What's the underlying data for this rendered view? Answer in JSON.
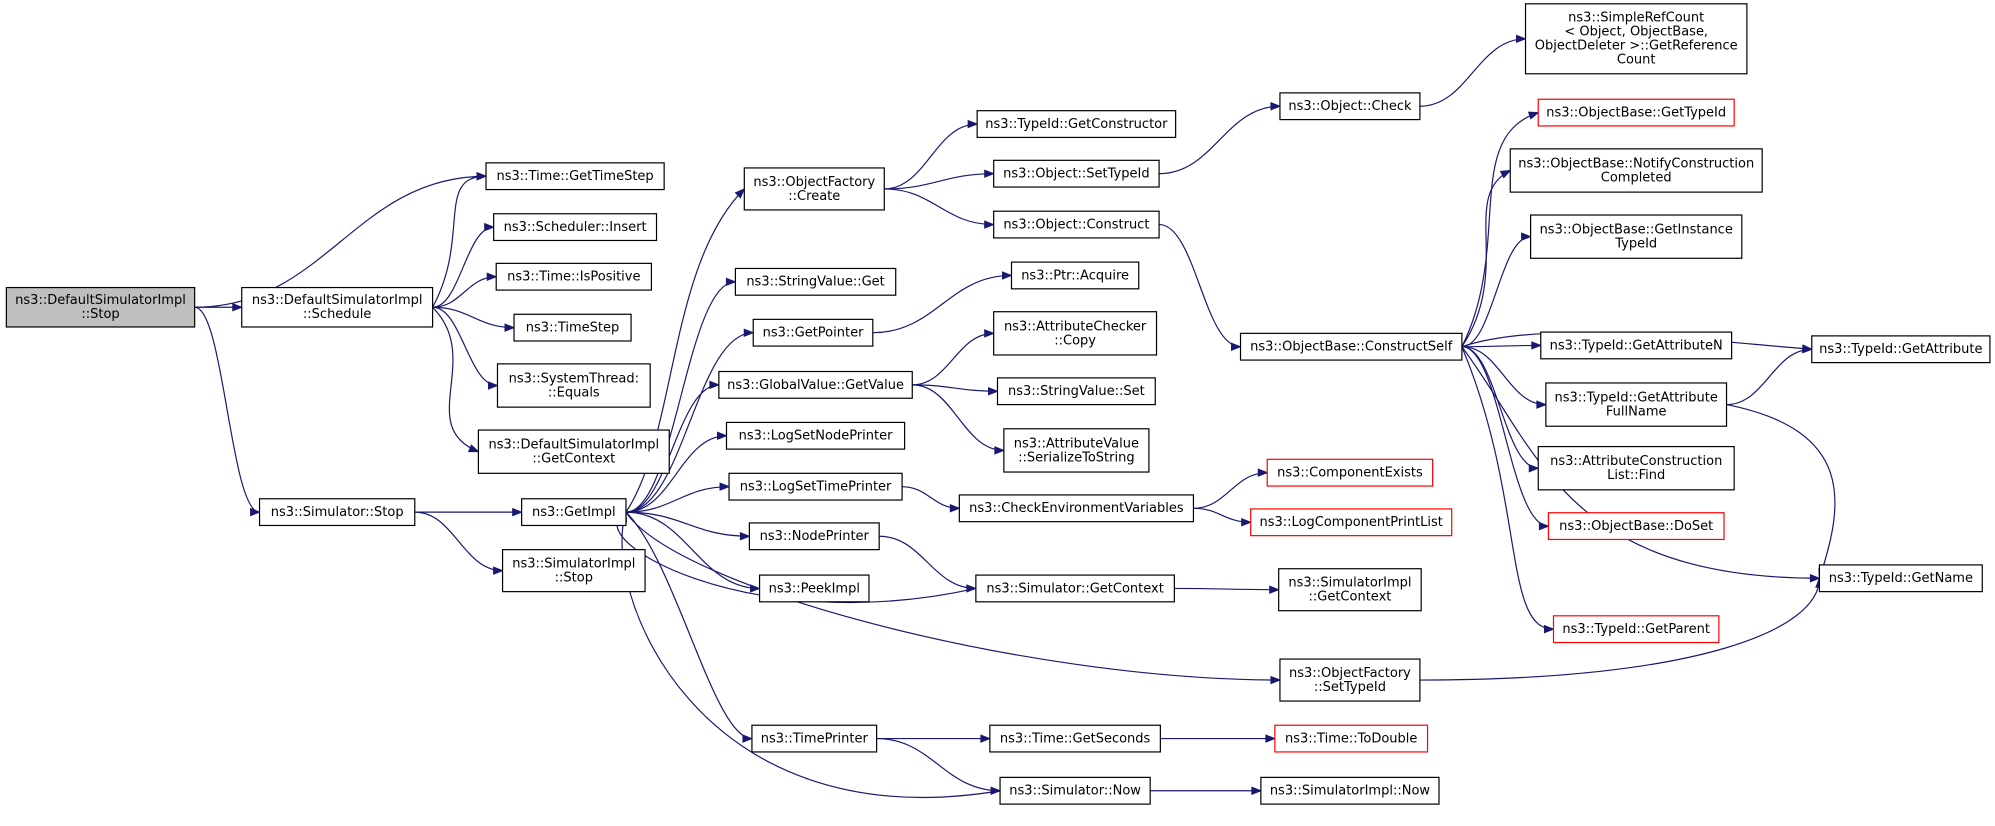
{
  "nodes": [
    {
      "id": "dsi_stop",
      "lines": [
        "ns3::DefaultSimulatorImpl",
        "::Stop"
      ],
      "kind": "root"
    },
    {
      "id": "time_gettimestep",
      "lines": [
        "ns3::Time::GetTimeStep"
      ]
    },
    {
      "id": "dsi_schedule",
      "lines": [
        "ns3::DefaultSimulatorImpl",
        "::Schedule"
      ]
    },
    {
      "id": "sched_insert",
      "lines": [
        "ns3::Scheduler::Insert"
      ]
    },
    {
      "id": "time_ispositive",
      "lines": [
        "ns3::Time::IsPositive"
      ]
    },
    {
      "id": "timestep",
      "lines": [
        "ns3::TimeStep"
      ]
    },
    {
      "id": "systhread_equals",
      "lines": [
        "ns3::SystemThread:",
        "::Equals"
      ]
    },
    {
      "id": "dsi_getcontext",
      "lines": [
        "ns3::DefaultSimulatorImpl",
        "::GetContext"
      ]
    },
    {
      "id": "sim_stop",
      "lines": [
        "ns3::Simulator::Stop"
      ]
    },
    {
      "id": "getimpl",
      "lines": [
        "ns3::GetImpl"
      ]
    },
    {
      "id": "simimpl_stop",
      "lines": [
        "ns3::SimulatorImpl",
        "::Stop"
      ]
    },
    {
      "id": "of_create",
      "lines": [
        "ns3::ObjectFactory",
        "::Create"
      ]
    },
    {
      "id": "stringvalue_get",
      "lines": [
        "ns3::StringValue::Get"
      ]
    },
    {
      "id": "getpointer",
      "lines": [
        "ns3::GetPointer"
      ]
    },
    {
      "id": "gv_getvalue",
      "lines": [
        "ns3::GlobalValue::GetValue"
      ]
    },
    {
      "id": "logsetnodeprinter",
      "lines": [
        "ns3::LogSetNodePrinter"
      ]
    },
    {
      "id": "logsettimeprinter",
      "lines": [
        "ns3::LogSetTimePrinter"
      ]
    },
    {
      "id": "nodeprinter",
      "lines": [
        "ns3::NodePrinter"
      ]
    },
    {
      "id": "peekimpl",
      "lines": [
        "ns3::PeekImpl"
      ]
    },
    {
      "id": "timeprinter",
      "lines": [
        "ns3::TimePrinter"
      ]
    },
    {
      "id": "typeid_getconstructor",
      "lines": [
        "ns3::TypeId::GetConstructor"
      ]
    },
    {
      "id": "object_settypeid",
      "lines": [
        "ns3::Object::SetTypeId"
      ]
    },
    {
      "id": "object_construct",
      "lines": [
        "ns3::Object::Construct"
      ]
    },
    {
      "id": "ptr_acquire",
      "lines": [
        "ns3::Ptr::Acquire"
      ]
    },
    {
      "id": "attrchecker_copy",
      "lines": [
        "ns3::AttributeChecker",
        "::Copy"
      ]
    },
    {
      "id": "stringvalue_set",
      "lines": [
        "ns3::StringValue::Set"
      ]
    },
    {
      "id": "attrvalue_serialize",
      "lines": [
        "ns3::AttributeValue",
        "::SerializeToString"
      ]
    },
    {
      "id": "checkenv",
      "lines": [
        "ns3::CheckEnvironmentVariables"
      ]
    },
    {
      "id": "sim_getcontext",
      "lines": [
        "ns3::Simulator::GetContext"
      ]
    },
    {
      "id": "time_getseconds",
      "lines": [
        "ns3::Time::GetSeconds"
      ]
    },
    {
      "id": "sim_now",
      "lines": [
        "ns3::Simulator::Now"
      ]
    },
    {
      "id": "object_check",
      "lines": [
        "ns3::Object::Check"
      ]
    },
    {
      "id": "objectbase_constructself",
      "lines": [
        "ns3::ObjectBase::ConstructSelf"
      ]
    },
    {
      "id": "componentexists",
      "lines": [
        "ns3::ComponentExists"
      ],
      "kind": "trunc"
    },
    {
      "id": "logcomponentprintlist",
      "lines": [
        "ns3::LogComponentPrintList"
      ],
      "kind": "trunc"
    },
    {
      "id": "simimpl_getcontext",
      "lines": [
        "ns3::SimulatorImpl",
        "::GetContext"
      ]
    },
    {
      "id": "of_settypeid",
      "lines": [
        "ns3::ObjectFactory",
        "::SetTypeId"
      ]
    },
    {
      "id": "time_todouble",
      "lines": [
        "ns3::Time::ToDouble"
      ],
      "kind": "trunc"
    },
    {
      "id": "simimpl_now",
      "lines": [
        "ns3::SimulatorImpl::Now"
      ]
    },
    {
      "id": "simplerefcount",
      "lines": [
        "ns3::SimpleRefCount",
        "< Object, ObjectBase,",
        "ObjectDeleter >::GetReference",
        "Count"
      ]
    },
    {
      "id": "ob_gettypeid",
      "lines": [
        "ns3::ObjectBase::GetTypeId"
      ],
      "kind": "trunc"
    },
    {
      "id": "ob_notify",
      "lines": [
        "ns3::ObjectBase::NotifyConstruction",
        "Completed"
      ]
    },
    {
      "id": "ob_getinstancetypeid",
      "lines": [
        "ns3::ObjectBase::GetInstance",
        "TypeId"
      ]
    },
    {
      "id": "typeid_getattributen",
      "lines": [
        "ns3::TypeId::GetAttributeN"
      ]
    },
    {
      "id": "typeid_getattributefullname",
      "lines": [
        "ns3::TypeId::GetAttribute",
        "FullName"
      ]
    },
    {
      "id": "attrconstructionlist_find",
      "lines": [
        "ns3::AttributeConstruction",
        "List::Find"
      ]
    },
    {
      "id": "ob_doset",
      "lines": [
        "ns3::ObjectBase::DoSet"
      ],
      "kind": "trunc"
    },
    {
      "id": "typeid_getparent",
      "lines": [
        "ns3::TypeId::GetParent"
      ],
      "kind": "trunc"
    },
    {
      "id": "typeid_getattribute",
      "lines": [
        "ns3::TypeId::GetAttribute"
      ]
    },
    {
      "id": "typeid_getname",
      "lines": [
        "ns3::TypeId::GetName"
      ]
    }
  ],
  "edges": [
    [
      "dsi_stop",
      "dsi_schedule"
    ],
    [
      "dsi_stop",
      "time_gettimestep"
    ],
    [
      "dsi_stop",
      "sim_stop"
    ],
    [
      "dsi_schedule",
      "time_gettimestep"
    ],
    [
      "dsi_schedule",
      "sched_insert"
    ],
    [
      "dsi_schedule",
      "time_ispositive"
    ],
    [
      "dsi_schedule",
      "timestep"
    ],
    [
      "dsi_schedule",
      "systhread_equals"
    ],
    [
      "dsi_schedule",
      "dsi_getcontext"
    ],
    [
      "sim_stop",
      "getimpl"
    ],
    [
      "sim_stop",
      "simimpl_stop"
    ],
    [
      "getimpl",
      "of_create"
    ],
    [
      "getimpl",
      "stringvalue_get"
    ],
    [
      "getimpl",
      "getpointer"
    ],
    [
      "getimpl",
      "gv_getvalue"
    ],
    [
      "getimpl",
      "logsetnodeprinter"
    ],
    [
      "getimpl",
      "logsettimeprinter"
    ],
    [
      "getimpl",
      "nodeprinter"
    ],
    [
      "getimpl",
      "peekimpl"
    ],
    [
      "getimpl",
      "timeprinter"
    ],
    [
      "getimpl",
      "of_settypeid"
    ],
    [
      "sim_getcontext",
      "getimpl"
    ],
    [
      "sim_now",
      "getimpl"
    ],
    [
      "of_create",
      "typeid_getconstructor"
    ],
    [
      "of_create",
      "object_settypeid"
    ],
    [
      "of_create",
      "object_construct"
    ],
    [
      "getpointer",
      "ptr_acquire"
    ],
    [
      "gv_getvalue",
      "attrchecker_copy"
    ],
    [
      "gv_getvalue",
      "stringvalue_set"
    ],
    [
      "gv_getvalue",
      "attrvalue_serialize"
    ],
    [
      "logsettimeprinter",
      "checkenv"
    ],
    [
      "nodeprinter",
      "sim_getcontext"
    ],
    [
      "timeprinter",
      "time_getseconds"
    ],
    [
      "timeprinter",
      "sim_now"
    ],
    [
      "object_settypeid",
      "object_check"
    ],
    [
      "object_check",
      "simplerefcount"
    ],
    [
      "object_construct",
      "objectbase_constructself"
    ],
    [
      "checkenv",
      "componentexists"
    ],
    [
      "checkenv",
      "logcomponentprintlist"
    ],
    [
      "sim_getcontext",
      "simimpl_getcontext"
    ],
    [
      "time_getseconds",
      "time_todouble"
    ],
    [
      "sim_now",
      "simimpl_now"
    ],
    [
      "objectbase_constructself",
      "ob_gettypeid"
    ],
    [
      "objectbase_constructself",
      "ob_notify"
    ],
    [
      "objectbase_constructself",
      "ob_getinstancetypeid"
    ],
    [
      "objectbase_constructself",
      "typeid_getattribute"
    ],
    [
      "objectbase_constructself",
      "typeid_getattributen"
    ],
    [
      "objectbase_constructself",
      "typeid_getattributefullname"
    ],
    [
      "objectbase_constructself",
      "attrconstructionlist_find"
    ],
    [
      "objectbase_constructself",
      "ob_doset"
    ],
    [
      "objectbase_constructself",
      "typeid_getname"
    ],
    [
      "objectbase_constructself",
      "typeid_getparent"
    ],
    [
      "typeid_getattributefullname",
      "typeid_getattribute"
    ],
    [
      "typeid_getattributefullname",
      "typeid_getname"
    ],
    [
      "of_settypeid",
      "typeid_getname"
    ]
  ],
  "colors": {
    "edge": "#191970",
    "root_fill": "#bfbfbf",
    "truncated_border": "#ff0000",
    "border": "#000000"
  }
}
